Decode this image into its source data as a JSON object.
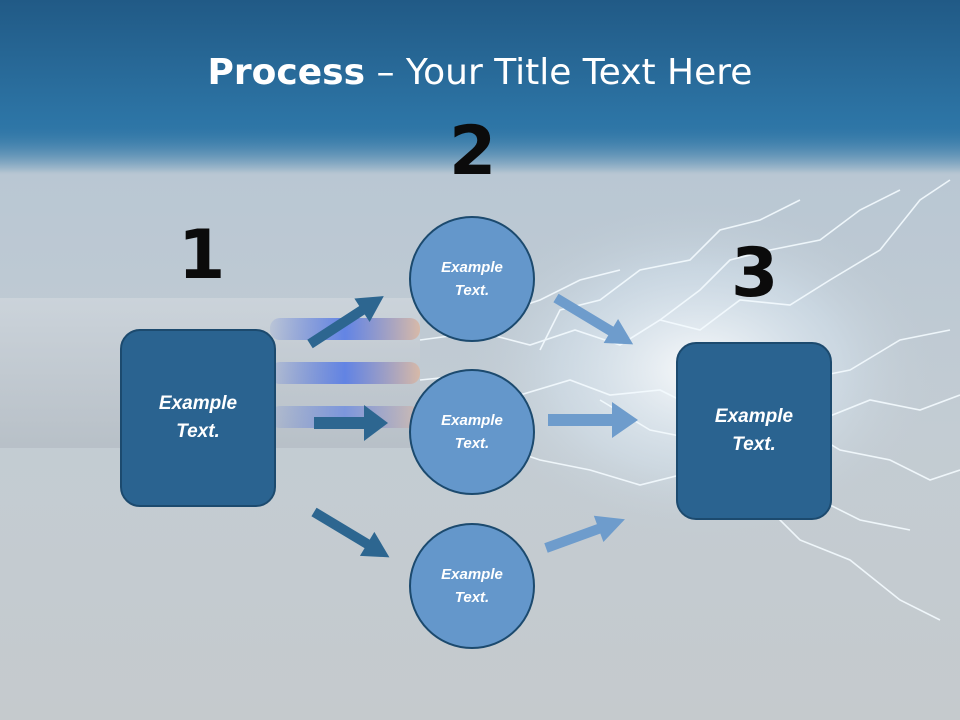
{
  "slide": {
    "title_bold": "Process",
    "title_rest": " – Your Title Text Here"
  },
  "steps": {
    "step1": {
      "number": "1",
      "text": "Example Text."
    },
    "step2": {
      "number": "2",
      "circles": [
        {
          "text": "Example Text."
        },
        {
          "text": "Example Text."
        },
        {
          "text": "Example Text."
        }
      ]
    },
    "step3": {
      "number": "3",
      "text": "Example Text."
    }
  },
  "colors": {
    "dark_box": "#2a6390",
    "circle_fill": "#6497cb",
    "dark_arrow": "#2d6690",
    "light_arrow": "#6e9ccc"
  }
}
